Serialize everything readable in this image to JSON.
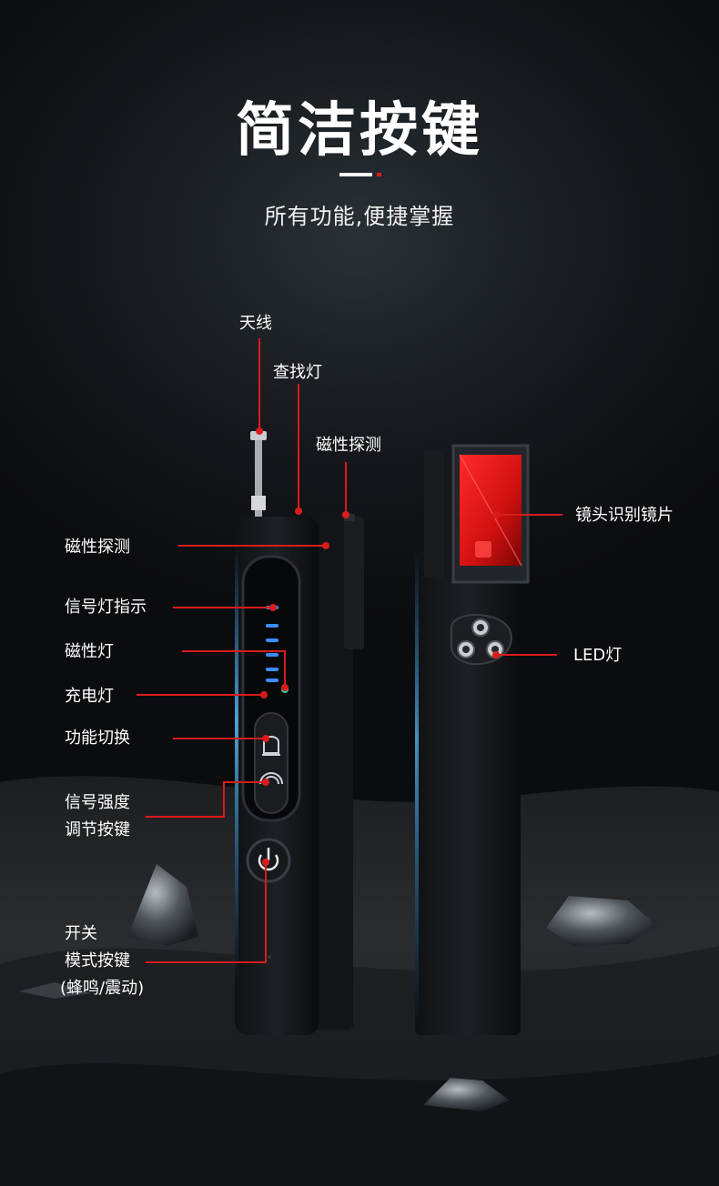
{
  "header": {
    "title": "简洁按键",
    "subtitle": "所有功能,便捷掌握"
  },
  "accent_color": "#d81c1c",
  "callouts": {
    "antenna": "天线",
    "search_light": "查找灯",
    "magnetic_top": "磁性探测",
    "magnetic_left": "磁性探测",
    "signal_indicator": "信号灯指示",
    "magnetic_light": "磁性灯",
    "charge_light": "充电灯",
    "function_switch": "功能切换",
    "signal_strength_line1": "信号强度",
    "signal_strength_line2": "调节按键",
    "power_line1": "开关",
    "power_line2": "模式按键",
    "power_line3": "(蜂鸣/震动)",
    "lens": "镜头识别镜片",
    "led": "LED灯"
  },
  "icons": [
    "power-icon",
    "bell-icon",
    "vibrate-icon"
  ]
}
